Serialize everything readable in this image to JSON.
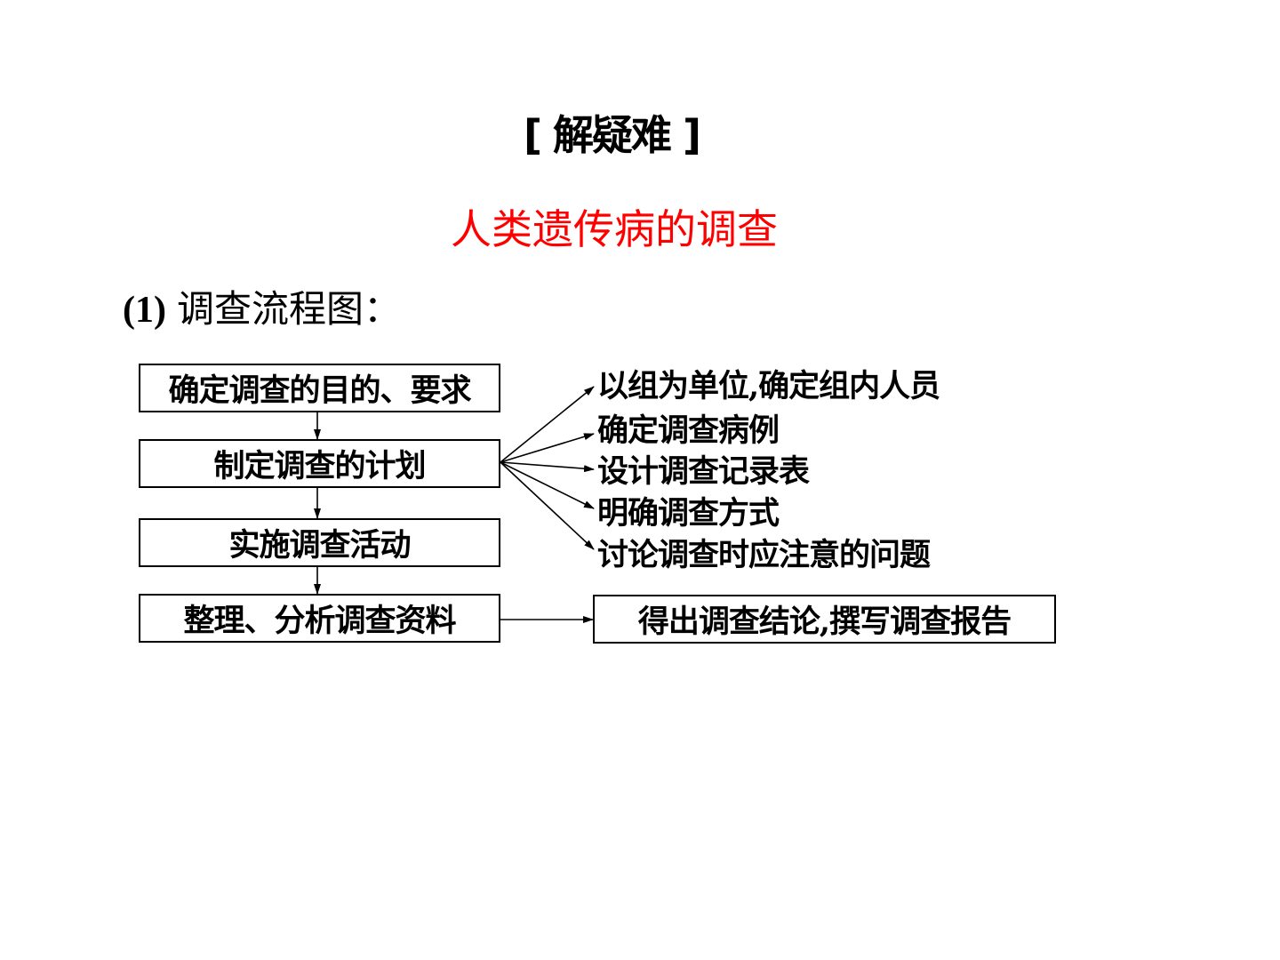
{
  "heading": "[ 解疑难 ]",
  "topic": "人类遗传病的调查",
  "subtitle": {
    "number": "(1)",
    "text": "调查流程图："
  },
  "colors": {
    "topic": "#ff0000",
    "text": "#000000",
    "line": "#000000"
  },
  "flow": {
    "steps": [
      "确定调查的目的、要求",
      "制定调查的计划",
      "实施调查活动",
      "整理、分析调查资料"
    ],
    "plan_details": [
      "以组为单位,确定组内人员",
      "确定调查病例",
      "设计调查记录表",
      "明确调查方式",
      "讨论调查时应注意的问题"
    ],
    "result": "得出调查结论,撰写调查报告"
  }
}
